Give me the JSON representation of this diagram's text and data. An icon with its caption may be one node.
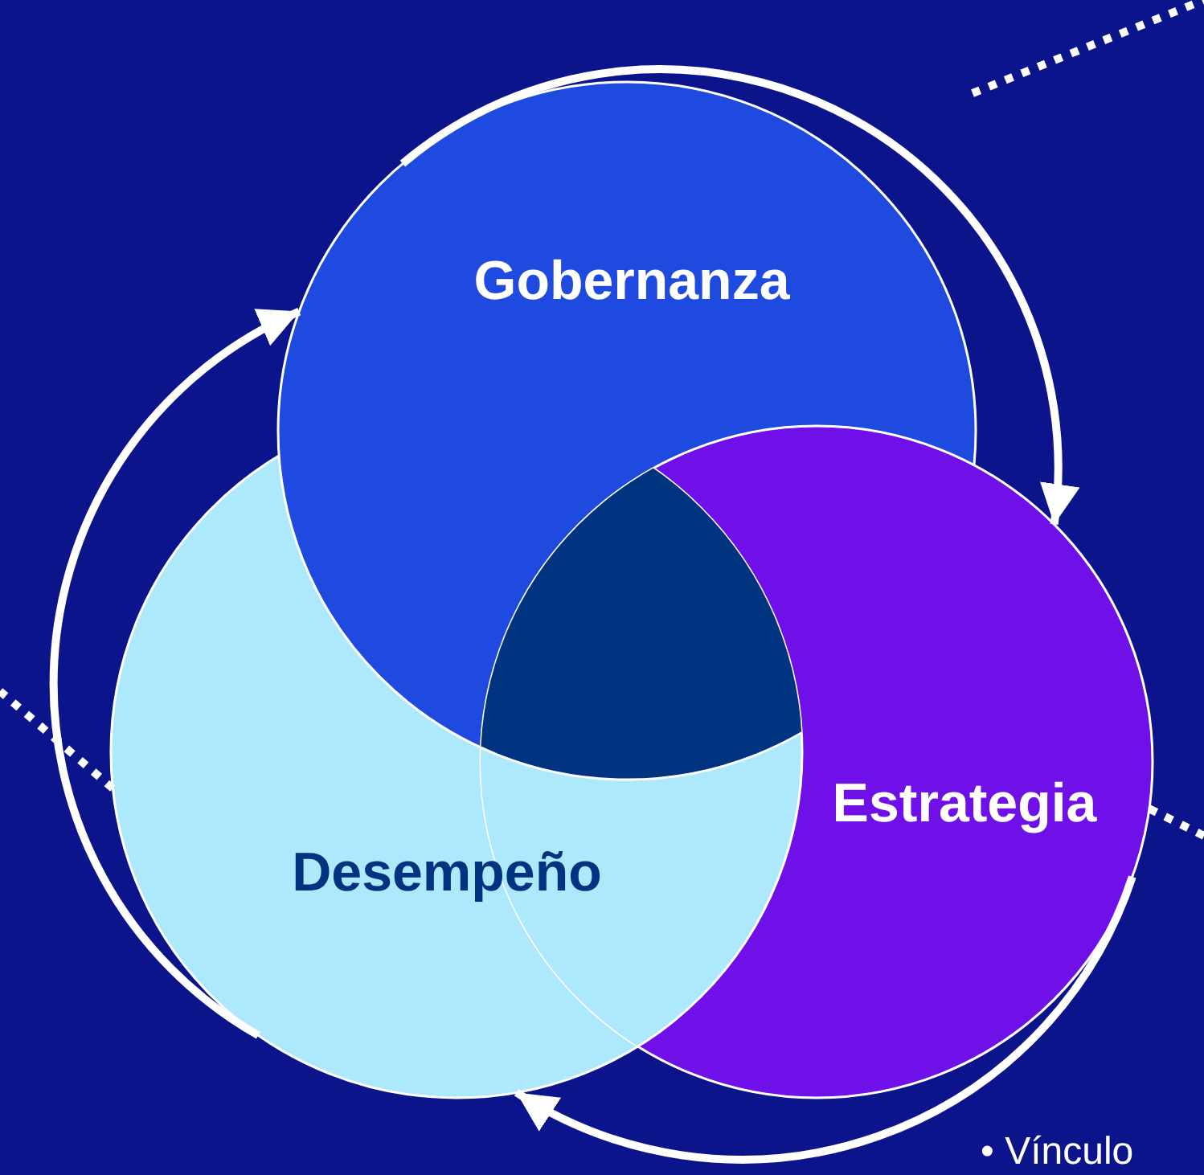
{
  "diagram": {
    "nodes": [
      {
        "text": [
          "Gobernanza"
        ]
      },
      {
        "text": [
          "Estrategia"
        ]
      },
      {
        "text": [
          "Desempeño"
        ]
      }
    ],
    "edges": [
      {
        "from": 0,
        "to": 1,
        "arrow": "to"
      },
      {
        "from": 1,
        "to": 2,
        "arrow": "to"
      },
      {
        "from": 2,
        "to": 0,
        "arrow": "to"
      },
      {
        "from": 2,
        "to": null,
        "arrow": "none",
        "style": "dashed"
      },
      {
        "from": 1,
        "to": null,
        "arrow": "none",
        "style": "dashed"
      }
    ],
    "labels": [
      "• Vínculo"
    ]
  }
}
